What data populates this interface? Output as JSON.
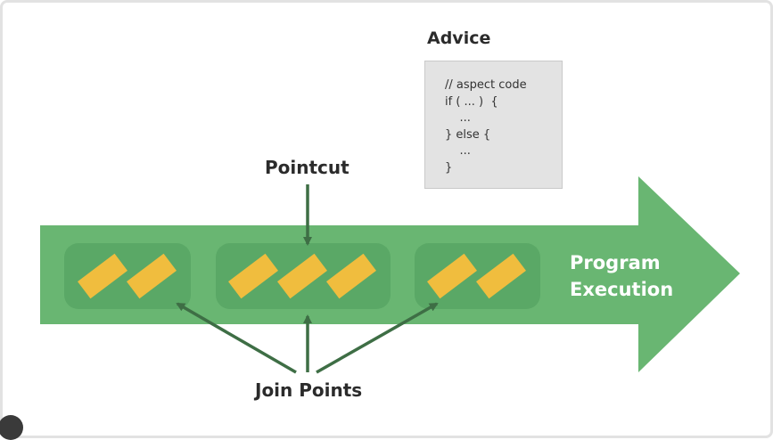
{
  "advice": {
    "title": "Advice",
    "code_lines": [
      "// aspect code",
      "if ( ... )  {",
      "    ...",
      "} else {",
      "    ...",
      "}"
    ]
  },
  "pointcut": {
    "label": "Pointcut"
  },
  "join_points": {
    "label": "Join Points"
  },
  "program": {
    "line1": "Program",
    "line2": "Execution"
  },
  "colors": {
    "arrow": "#69b672",
    "group": "#5aa866",
    "block": "#f0bd3e",
    "connector": "#3e6e45"
  },
  "icons": {
    "corner": "camera-icon"
  }
}
